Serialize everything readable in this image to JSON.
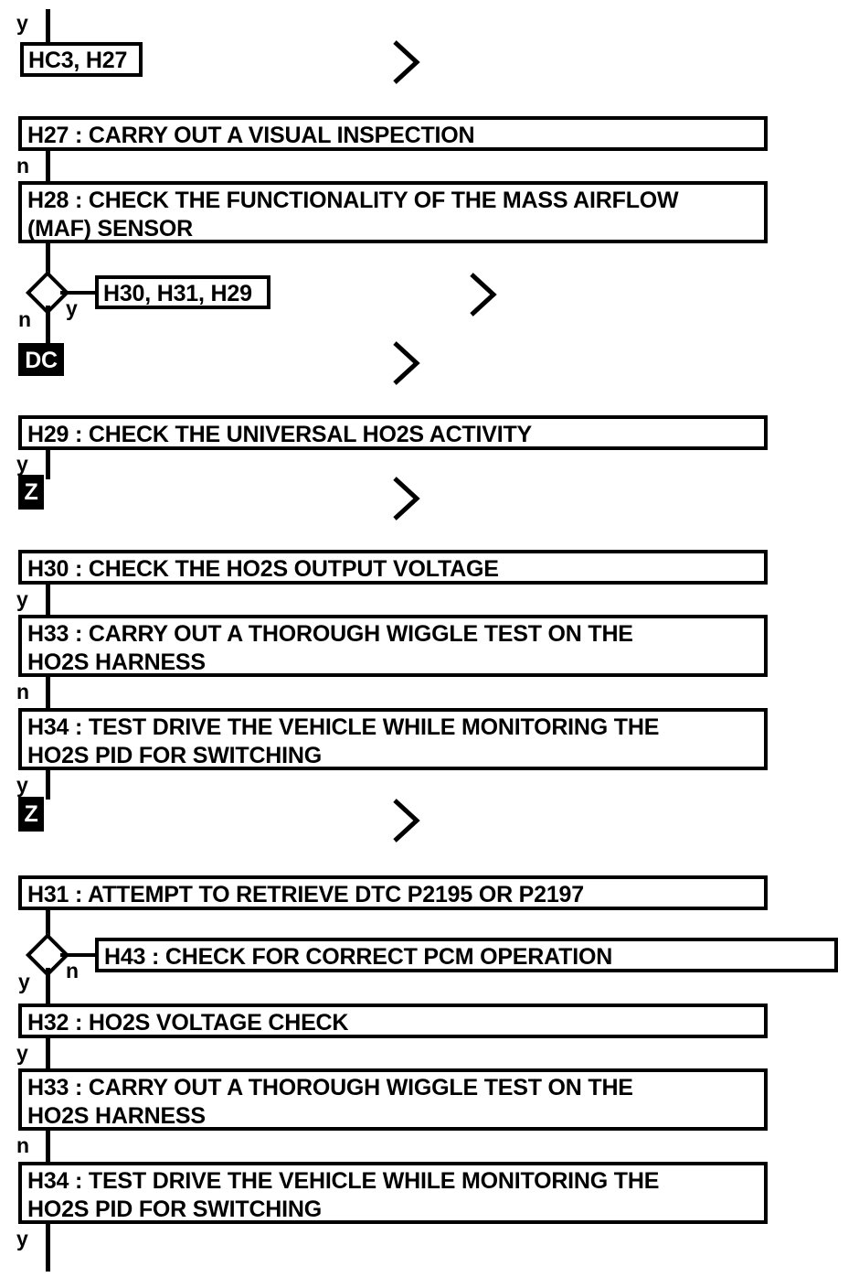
{
  "diagram": {
    "title": "HO2S / MAF Diagnostic Flowchart",
    "type": "flowchart",
    "accent_color": "#000000",
    "background_color": "#ffffff"
  },
  "nodes": {
    "entry_branch_label": "y",
    "ref_hc3_h27": "HC3, H27",
    "h27": "H27 : CARRY OUT A VISUAL INSPECTION",
    "h27_out_label": "n",
    "h28": "H28 : CHECK THE FUNCTIONALITY OF THE MASS AIRFLOW\n(MAF) SENSOR",
    "decision1_yes": "y",
    "decision1_no": "n",
    "ref_h30_h31_h29": "H30, H31, H29",
    "dc": "DC",
    "h29": "H29 : CHECK THE UNIVERSAL HO2S ACTIVITY",
    "h29_out_label": "y",
    "z1": "Z",
    "h30": "H30 : CHECK THE HO2S OUTPUT VOLTAGE",
    "h30_out_label": "y",
    "h33_a": "H33 : CARRY OUT A THOROUGH WIGGLE TEST ON THE\nHO2S HARNESS",
    "h33_a_out_label": "n",
    "h34_a": "H34 : TEST DRIVE THE VEHICLE WHILE MONITORING THE\nHO2S PID FOR SWITCHING",
    "h34_a_out_label": "y",
    "z2": "Z",
    "h31": "H31 : ATTEMPT TO RETRIEVE DTC P2195 OR P2197",
    "decision2_yes": "y",
    "decision2_no": "n",
    "h43": "H43 : CHECK FOR CORRECT PCM OPERATION",
    "h32": "H32 : HO2S VOLTAGE CHECK",
    "h32_out_label": "y",
    "h33_b": "H33 : CARRY OUT A THOROUGH WIGGLE TEST ON THE\nHO2S HARNESS",
    "h33_b_out_label": "n",
    "h34_b": "H34 : TEST DRIVE THE VEHICLE WHILE MONITORING THE\nHO2S PID FOR SWITCHING",
    "h34_b_out_label": "y"
  }
}
